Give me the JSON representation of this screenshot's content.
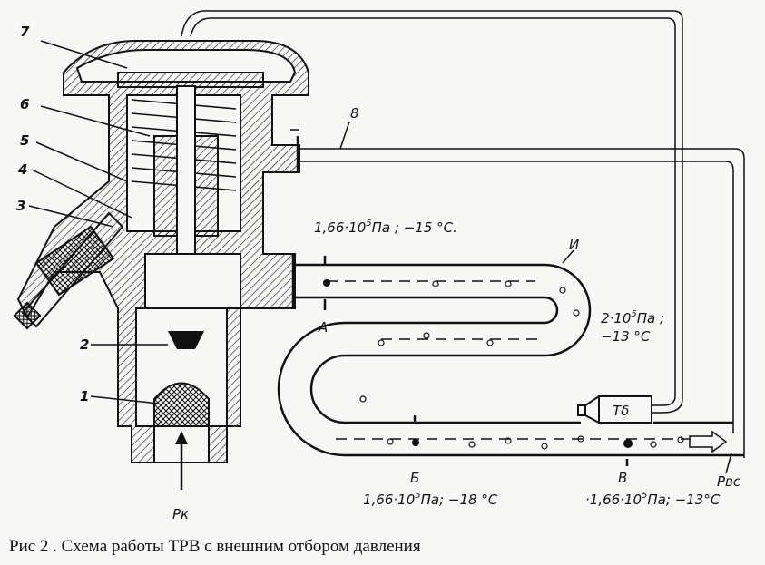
{
  "part_numbers": [
    "1",
    "2",
    "3",
    "4",
    "5",
    "6",
    "7",
    "8"
  ],
  "labels": {
    "coil": "И",
    "point_a": "А",
    "point_b": "Б",
    "point_v": "В",
    "bulb": "Тδ",
    "p_condenser": "Рк",
    "p_suction": "Рвс"
  },
  "readings": {
    "a": {
      "base": "1,66·10",
      "exp": "5",
      "rest": "Па ; −15 °С."
    },
    "turn": {
      "base": "2·10",
      "exp": "5",
      "rest": "Па ;",
      "temp": "−13 °С"
    },
    "b": {
      "base": "1,66·10",
      "exp": "5",
      "rest": "Па; −18 °С"
    },
    "v": {
      "base": "·1,66·10",
      "exp": "5",
      "rest": "Па; −13°С"
    }
  },
  "caption": "Рис 2  . Схема работы ТРВ с внешним отбором давления"
}
